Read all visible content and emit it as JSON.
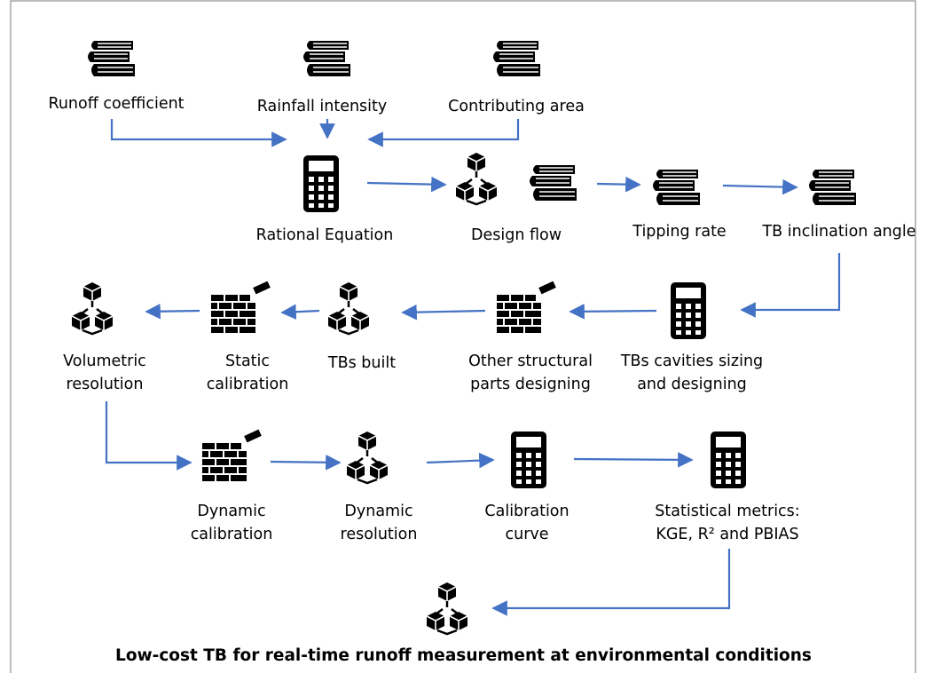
{
  "diagram": {
    "colors": {
      "arrow": "#4472C4",
      "icon": "#000000",
      "border": "#a6a6a6"
    },
    "nodes": [
      {
        "id": "runoff-coefficient",
        "icon": "books-icon",
        "label": [
          "Runoff coefficient"
        ]
      },
      {
        "id": "rainfall-intensity",
        "icon": "books-icon",
        "label": [
          "Rainfall intensity"
        ]
      },
      {
        "id": "contributing-area",
        "icon": "books-icon",
        "label": [
          "Contributing area"
        ]
      },
      {
        "id": "rational-equation",
        "icon": "calculator-icon",
        "label": [
          "Rational Equation"
        ]
      },
      {
        "id": "design-flow",
        "icon": "cubes-network-icon + books-icon",
        "label": [
          "Design flow"
        ]
      },
      {
        "id": "tipping-rate",
        "icon": "books-icon",
        "label": [
          "Tipping rate"
        ]
      },
      {
        "id": "tb-inclination-angle",
        "icon": "books-icon",
        "label": [
          "TB inclination angle"
        ]
      },
      {
        "id": "tbs-cavities-sizing",
        "icon": "calculator-icon",
        "label": [
          "TBs cavities sizing",
          "and designing"
        ]
      },
      {
        "id": "other-structural-parts",
        "icon": "brick-wall-icon",
        "label": [
          "Other structural",
          "parts designing"
        ]
      },
      {
        "id": "tbs-built",
        "icon": "cubes-network-icon",
        "label": [
          "TBs built"
        ]
      },
      {
        "id": "static-calibration",
        "icon": "brick-wall-icon",
        "label": [
          "Static",
          "calibration"
        ]
      },
      {
        "id": "volumetric-resolution",
        "icon": "cubes-network-icon",
        "label": [
          "Volumetric",
          "resolution"
        ]
      },
      {
        "id": "dynamic-calibration",
        "icon": "brick-wall-icon",
        "label": [
          "Dynamic",
          "calibration"
        ]
      },
      {
        "id": "dynamic-resolution",
        "icon": "cubes-network-icon",
        "label": [
          "Dynamic",
          "resolution"
        ]
      },
      {
        "id": "calibration-curve",
        "icon": "calculator-icon",
        "label": [
          "Calibration",
          "curve"
        ]
      },
      {
        "id": "statistical-metrics",
        "icon": "calculator-icon",
        "label": [
          "Statistical metrics:",
          "KGE, R² and PBIAS"
        ]
      },
      {
        "id": "final-output",
        "icon": "cubes-network-icon",
        "label": []
      }
    ],
    "edges": [
      [
        "runoff-coefficient",
        "rational-equation"
      ],
      [
        "rainfall-intensity",
        "rational-equation"
      ],
      [
        "contributing-area",
        "rational-equation"
      ],
      [
        "rational-equation",
        "design-flow"
      ],
      [
        "design-flow",
        "tipping-rate"
      ],
      [
        "tipping-rate",
        "tb-inclination-angle"
      ],
      [
        "tb-inclination-angle",
        "tbs-cavities-sizing"
      ],
      [
        "tbs-cavities-sizing",
        "other-structural-parts"
      ],
      [
        "other-structural-parts",
        "tbs-built"
      ],
      [
        "tbs-built",
        "static-calibration"
      ],
      [
        "static-calibration",
        "volumetric-resolution"
      ],
      [
        "volumetric-resolution",
        "dynamic-calibration"
      ],
      [
        "dynamic-calibration",
        "dynamic-resolution"
      ],
      [
        "dynamic-resolution",
        "calibration-curve"
      ],
      [
        "calibration-curve",
        "statistical-metrics"
      ],
      [
        "statistical-metrics",
        "final-output"
      ]
    ],
    "conclusion": "Low-cost TB for real-time runoff measurement at environmental conditions"
  }
}
